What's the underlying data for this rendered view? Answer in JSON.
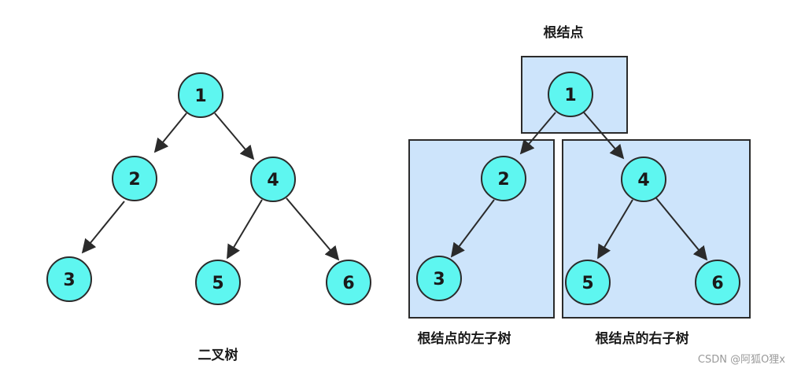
{
  "diagram": {
    "captions": {
      "binary_tree": "二叉树",
      "root_node": "根结点",
      "left_subtree": "根结点的左子树",
      "right_subtree": "根结点的右子树"
    },
    "watermark": "CSDN @阿狐O狸x",
    "colors": {
      "node_fill": "#5ef6f0",
      "node_stroke": "#2b2b2b",
      "box_fill": "#cde4fb",
      "box_stroke": "#2b2b2b",
      "edge": "#2b2b2b"
    },
    "left_tree": {
      "nodes": [
        "1",
        "2",
        "4",
        "3",
        "5",
        "6"
      ]
    },
    "right_tree": {
      "nodes": [
        "1",
        "2",
        "3",
        "4",
        "5",
        "6"
      ]
    }
  }
}
